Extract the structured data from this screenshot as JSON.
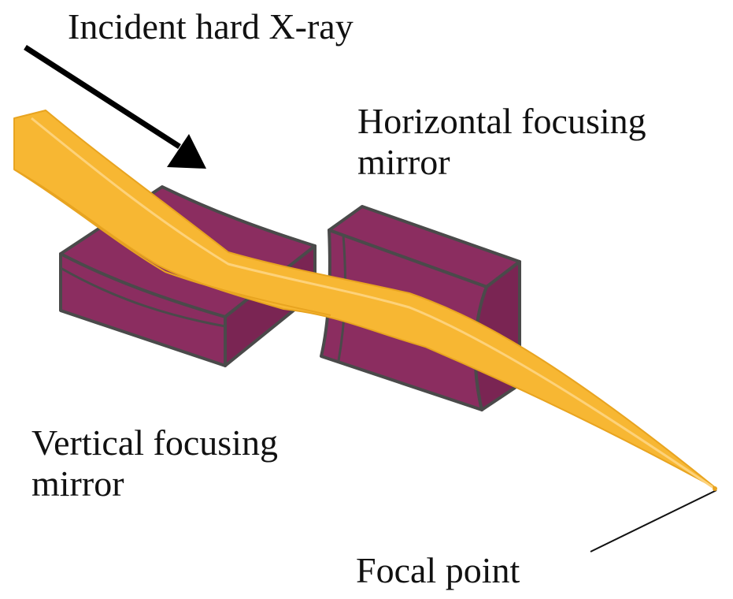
{
  "labels": {
    "incident": "Incident hard X-ray",
    "horizontal_line1": "Horizontal focusing",
    "horizontal_line2": "mirror",
    "vertical_line1": "Vertical focusing",
    "vertical_line2": "mirror",
    "focal": "Focal point"
  },
  "colors": {
    "beam": "#f7b733",
    "beam_highlight": "#fdd27a",
    "mirror_face": "#8b2d60",
    "mirror_side": "#7a2553",
    "mirror_edge": "#4a4a4a",
    "arrow": "#000000"
  }
}
